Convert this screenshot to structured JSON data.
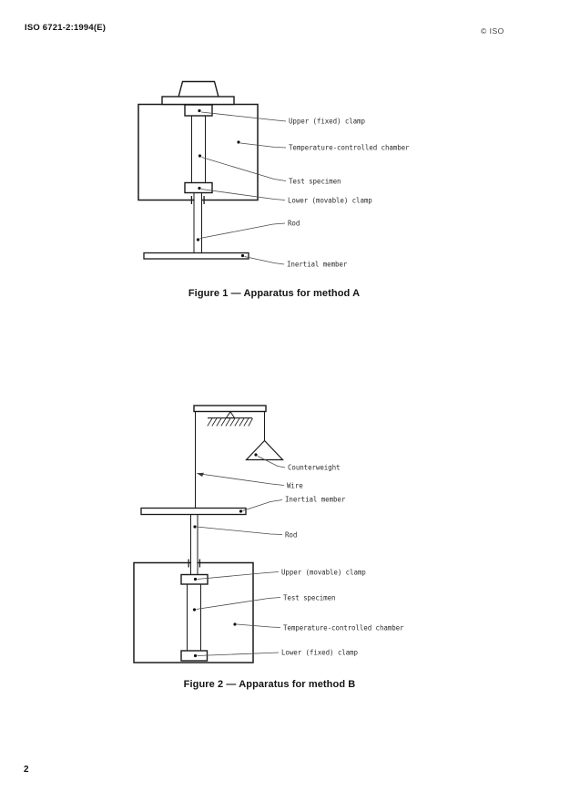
{
  "header": {
    "doc_id": "ISO 6721-2:1994(E)",
    "copyright": "© ISO"
  },
  "figure1": {
    "caption": "Figure 1 — Apparatus for method A",
    "labels": {
      "upper_clamp": "Upper (fixed) clamp",
      "chamber": "Temperature-controlled chamber",
      "specimen": "Test specimen",
      "lower_clamp": "Lower (movable) clamp",
      "rod": "Rod",
      "inertial_member": "Inertial member"
    }
  },
  "figure2": {
    "caption": "Figure 2 — Apparatus for method B",
    "labels": {
      "counterweight": "Counterweight",
      "wire": "Wire",
      "inertial_member": "Inertial member",
      "rod": "Rod",
      "upper_clamp": "Upper (movable) clamp",
      "specimen": "Test specimen",
      "chamber": "Temperature-controlled chamber",
      "lower_clamp": "Lower (fixed) clamp"
    }
  },
  "footer": {
    "page_number": "2"
  }
}
